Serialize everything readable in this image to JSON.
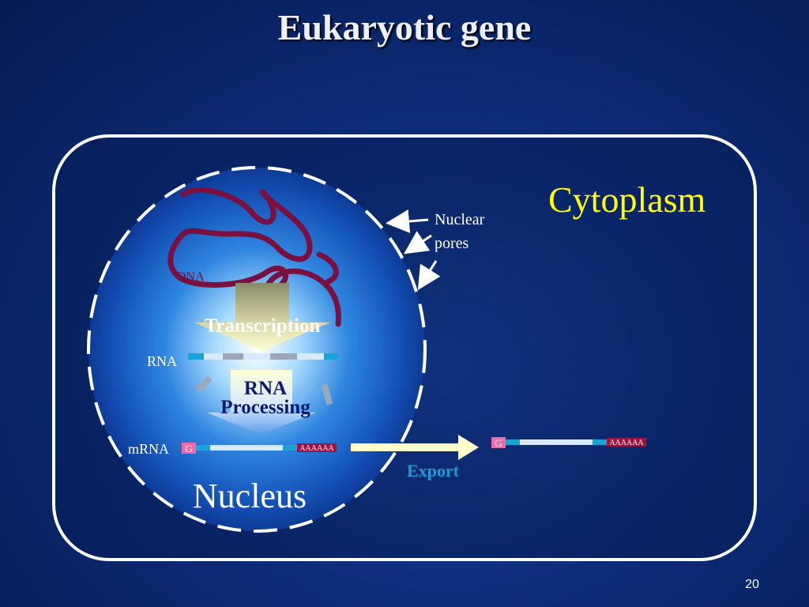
{
  "slide": {
    "title": "Eukaryotic gene",
    "page_number": "20"
  },
  "labels": {
    "cytoplasm": "Cytoplasm",
    "nuclear_pores_line1": "Nuclear",
    "nuclear_pores_line2": "pores",
    "dna": "DNA",
    "transcription": "Transcription",
    "rna": "RNA",
    "rna_processing_line1": "RNA",
    "rna_processing_line2": "Processing",
    "mrna": "mRNA",
    "cap_nucleus": "G",
    "polya_nucleus": "AAAAAA",
    "cap_cytoplasm": "G",
    "polya_cytoplasm": "AAAAAA",
    "export": "Export",
    "nucleus": "Nucleus"
  },
  "colors": {
    "cytoplasm_text": "#ffff00",
    "export_text": "#1e9bd8",
    "dna_strand": "#7a1040",
    "cap_fill": "#f06aa8",
    "polya_fill": "#a01040",
    "arrow_fill": "#ffffcc"
  }
}
